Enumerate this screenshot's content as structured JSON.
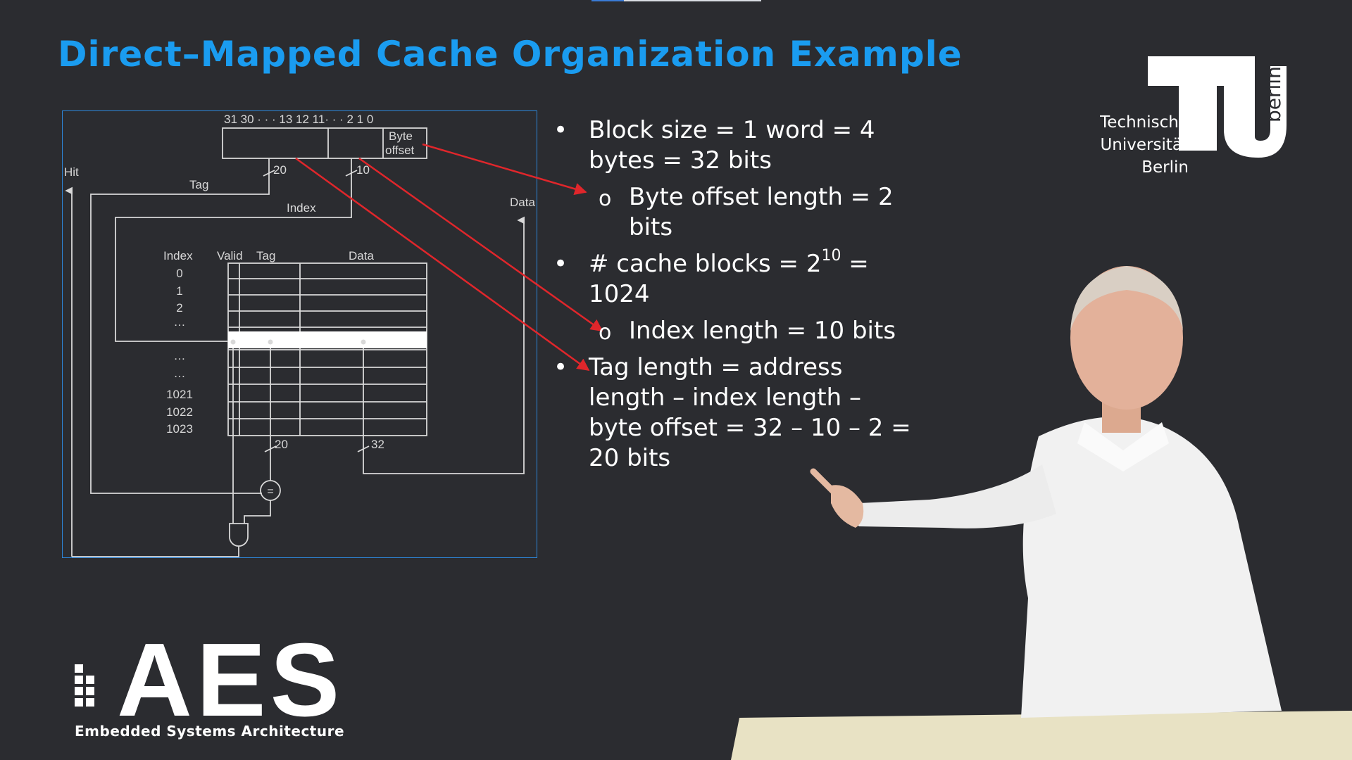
{
  "title": "Direct–Mapped Cache Organization Example",
  "diagram": {
    "address_bits_label": "31 30  · · ·  13 12 11· · · 2   1 0",
    "byte_offset_label": [
      "Byte",
      "offset"
    ],
    "hit_label": "Hit",
    "tag_label": "Tag",
    "index_label": "Index",
    "data_label": "Data",
    "tag_bus_width": "20",
    "index_bus_width": "10",
    "table_headers": [
      "Index",
      "Valid",
      "Tag",
      "Data"
    ],
    "row_indices_top": [
      "0",
      "1",
      "2",
      "…"
    ],
    "row_indices_mid": [
      "…",
      "…"
    ],
    "row_indices_bottom": [
      "1021",
      "1022",
      "1023"
    ],
    "tag_out_width": "20",
    "data_out_width": "32",
    "comparator_symbol": "="
  },
  "bullets": {
    "b1_line1": "Block size = 1 word = 4",
    "b1_line2": "bytes = 32 bits",
    "s1_line1": "Byte offset length = 2",
    "s1_line2": "bits",
    "b2_pre": "# cache blocks = 2",
    "b2_exp": "10",
    "b2_post": " =",
    "b2_line2": "1024",
    "s2_line1": "Index length = 10 bits",
    "b3_line1": "Tag length = address",
    "b3_line2": "length – index length –",
    "b3_line3": "byte offset = 32 – 10 – 2 =",
    "b3_line4": "20 bits",
    "bullet_glyph": "•",
    "sub_glyph": "o"
  },
  "tu_logo": {
    "lines": [
      "Technische",
      "Universität",
      "Berlin"
    ],
    "vertical_word": "berlin"
  },
  "aes_logo": {
    "letters": "AES",
    "subtitle": "Embedded Systems Architecture"
  },
  "colors": {
    "background": "#2b2c30",
    "title": "#1a9cf0",
    "frame": "#2d86d9",
    "annotation_arrows": "#e0262b",
    "text": "#ffffff"
  }
}
